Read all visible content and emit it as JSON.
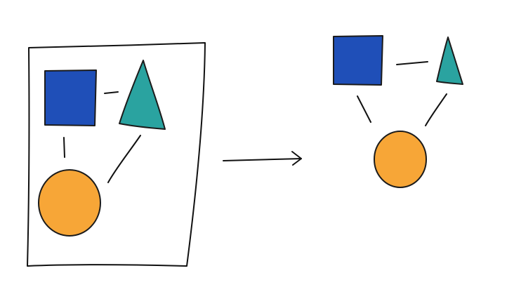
{
  "sketch": {
    "left_group": {
      "has_frame": true,
      "shapes": [
        {
          "kind": "square",
          "icon": "square-icon",
          "color": "#1f4fb8"
        },
        {
          "kind": "triangle",
          "icon": "triangle-icon",
          "color": "#2aa3a0"
        },
        {
          "kind": "circle",
          "icon": "circle-icon",
          "color": "#f7a637"
        }
      ]
    },
    "arrow": {
      "icon": "arrow-right-icon",
      "direction": "right"
    },
    "right_group": {
      "has_frame": false,
      "shapes": [
        {
          "kind": "square",
          "icon": "square-icon",
          "color": "#1f4fb8"
        },
        {
          "kind": "triangle",
          "icon": "triangle-icon",
          "color": "#2aa3a0"
        },
        {
          "kind": "circle",
          "icon": "circle-icon",
          "color": "#f7a637"
        }
      ]
    }
  }
}
